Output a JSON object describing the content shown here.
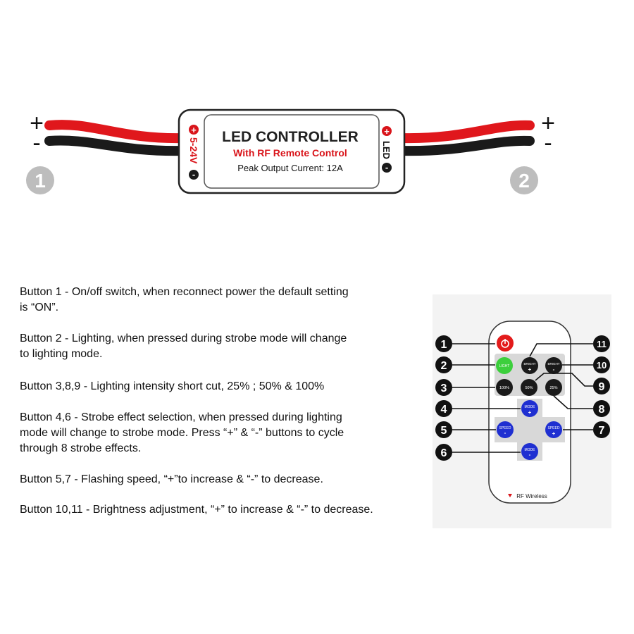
{
  "controller": {
    "title": "LED CONTROLLER",
    "subtitle": "With RF Remote Control",
    "current": "Peak Output Current: 12A",
    "input_label": "5-24V",
    "output_label": "LED",
    "plus": "+",
    "minus": "-",
    "input_number": "1",
    "output_number": "2"
  },
  "remote": {
    "buttons": {
      "light": "LIGHT",
      "bright_label": "BRIGHT",
      "plus": "+",
      "minus": "-",
      "p100": "100%",
      "p50": "50%",
      "p25": "25%",
      "mode": "MODE",
      "speed": "SPEED"
    },
    "footer": "RF Wireless",
    "callouts": [
      "1",
      "2",
      "3",
      "4",
      "5",
      "6",
      "7",
      "8",
      "9",
      "10",
      "11"
    ]
  },
  "descriptions": [
    [
      "Button 1 - On/off switch, when reconnect power the default setting",
      "is “ON”."
    ],
    [
      "Button 2 - Lighting, when pressed during strobe mode will change",
      "to lighting mode."
    ],
    [
      "Button 3,8,9 - Lighting intensity short cut, 25% ; 50% & 100%"
    ],
    [
      "Button 4,6 - Strobe effect selection, when pressed during lighting",
      "mode will change to strobe mode. Press “+” & “-” buttons to cycle",
      "through 8 strobe effects."
    ],
    [
      "Button 5,7 - Flashing speed, “+”to increase & “-” to decrease."
    ],
    [
      "Button 10,11 - Brightness adjustment, “+” to increase & “-” to decrease."
    ]
  ],
  "colors": {
    "wire_red": "#e0171c",
    "wire_black": "#1a1a1a",
    "accent_red": "#d9141a",
    "callout": "#111111",
    "badge_gray": "#bdbdbd",
    "light_green": "#3ccf3c",
    "blue_button": "#1f2fd1",
    "power_red": "#e31b1b"
  }
}
